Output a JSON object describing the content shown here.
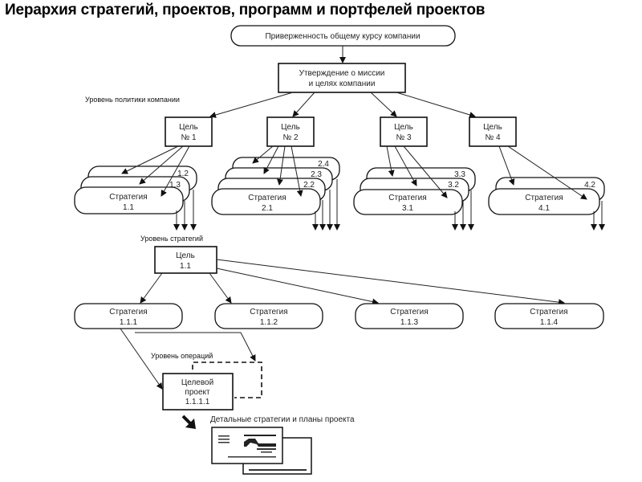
{
  "title": "Иерархия стратегий, проектов, программ и портфелей проектов",
  "top": {
    "commitment": "Приверженность общему курсу компании",
    "mission_line1": "Утверждение о миссии",
    "mission_line2": "и целях компании"
  },
  "levels": {
    "policy": "Уровень политики компании",
    "strategy": "Уровень стратегий",
    "operations": "Уровень операций"
  },
  "goals": [
    {
      "line1": "Цель",
      "line2": "№ 1",
      "strategy_label": "Стратегия",
      "strategy_id": "1.1",
      "stack": [
        "1.2",
        "1.3"
      ]
    },
    {
      "line1": "Цель",
      "line2": "№ 2",
      "strategy_label": "Стратегия",
      "strategy_id": "2.1",
      "stack": [
        "2.4",
        "2.3",
        "2.2"
      ]
    },
    {
      "line1": "Цель",
      "line2": "№ 3",
      "strategy_label": "Стратегия",
      "strategy_id": "3.1",
      "stack": [
        "3.3",
        "3.2"
      ]
    },
    {
      "line1": "Цель",
      "line2": "№ 4",
      "strategy_label": "Стратегия",
      "strategy_id": "4.1",
      "stack": [
        "4.2"
      ]
    }
  ],
  "subgoal": {
    "line1": "Цель",
    "line2": "1.1"
  },
  "substrategies": [
    {
      "label": "Стратегия",
      "id": "1.1.1"
    },
    {
      "label": "Стратегия",
      "id": "1.1.2"
    },
    {
      "label": "Стратегия",
      "id": "1.1.3"
    },
    {
      "label": "Стратегия",
      "id": "1.1.4"
    }
  ],
  "project": {
    "line1": "Целевой",
    "line2": "проект",
    "line3": "1.1.1.1"
  },
  "plans_label": "Детальные стратегии и планы проекта"
}
